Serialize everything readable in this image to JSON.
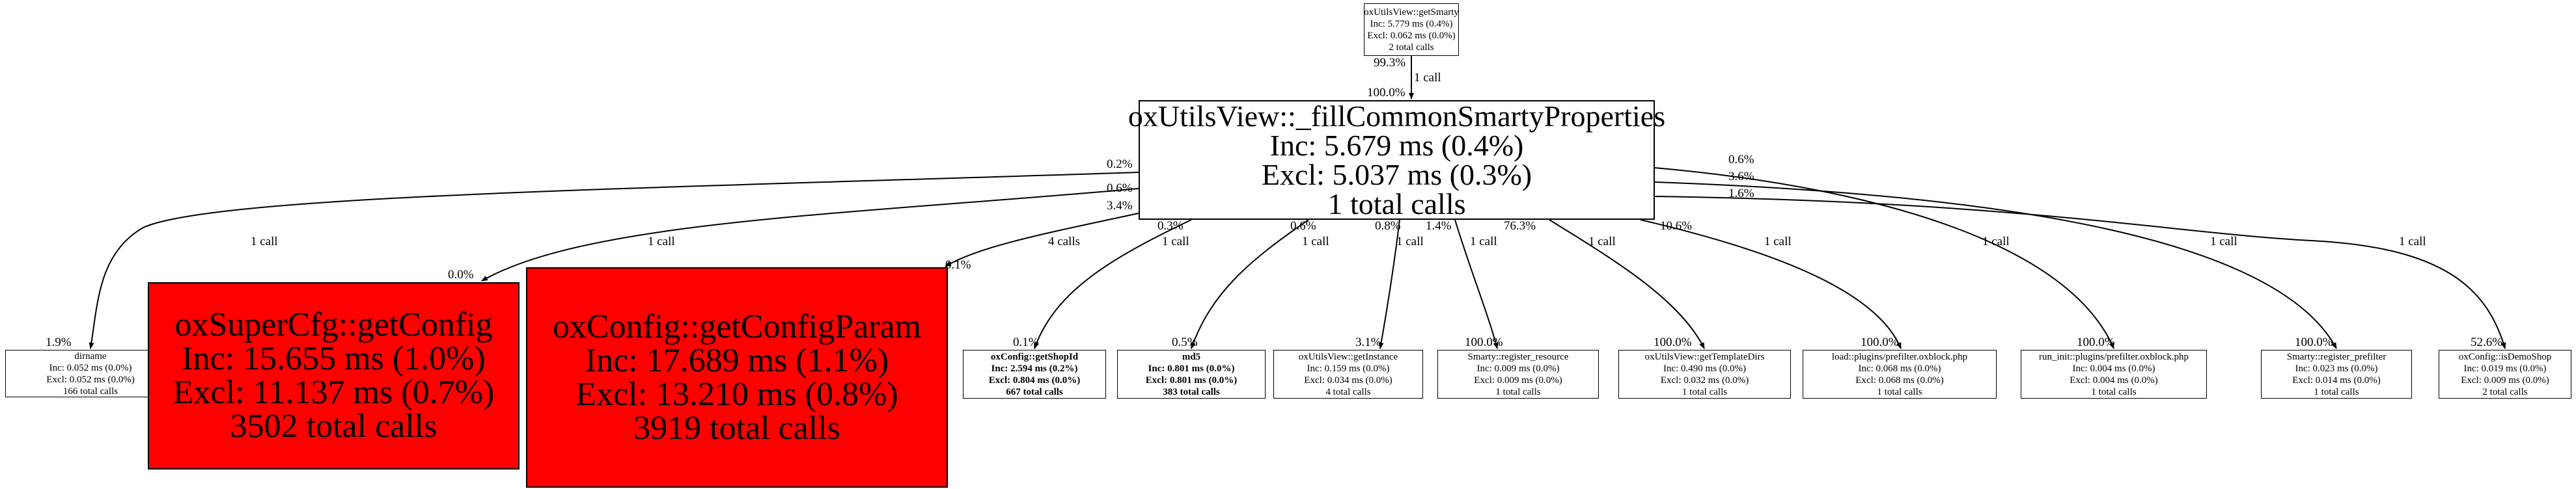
{
  "colors": {
    "hot": "#ff0000",
    "normal": "#ffffff",
    "edge": "#000000"
  },
  "nodes": {
    "getSmarty": {
      "name": "oxUtilsView::getSmarty",
      "inc": "Inc: 5.779 ms (0.4%)",
      "excl": "Excl: 0.062 ms (0.0%)",
      "calls": "2 total calls"
    },
    "main": {
      "name": "oxUtilsView::_fillCommonSmartyProperties",
      "inc": "Inc: 5.679 ms (0.4%)",
      "excl": "Excl: 5.037 ms (0.3%)",
      "calls": "1 total calls"
    },
    "dirname": {
      "name": "dirname",
      "inc": "Inc: 0.052 ms (0.0%)",
      "excl": "Excl: 0.052 ms (0.0%)",
      "calls": "166 total calls"
    },
    "getConfig": {
      "name": "oxSuperCfg::getConfig",
      "inc": "Inc: 15.655 ms (1.0%)",
      "excl": "Excl: 11.137 ms (0.7%)",
      "calls": "3502 total calls"
    },
    "getConfigParam": {
      "name": "oxConfig::getConfigParam",
      "inc": "Inc: 17.689 ms (1.1%)",
      "excl": "Excl: 13.210 ms (0.8%)",
      "calls": "3919 total calls"
    },
    "getShopId": {
      "name": "oxConfig::getShopId",
      "inc": "Inc: 2.594 ms (0.2%)",
      "excl": "Excl: 0.804 ms (0.0%)",
      "calls": "667 total calls"
    },
    "md5": {
      "name": "md5",
      "inc": "Inc: 0.801 ms (0.0%)",
      "excl": "Excl: 0.801 ms (0.0%)",
      "calls": "383 total calls"
    },
    "getInstance": {
      "name": "oxUtilsView::getInstance",
      "inc": "Inc: 0.159 ms (0.0%)",
      "excl": "Excl: 0.034 ms (0.0%)",
      "calls": "4 total calls"
    },
    "registerResource": {
      "name": "Smarty::register_resource",
      "inc": "Inc: 0.009 ms (0.0%)",
      "excl": "Excl: 0.009 ms (0.0%)",
      "calls": "1 total calls"
    },
    "getTemplateDirs": {
      "name": "oxUtilsView::getTemplateDirs",
      "inc": "Inc: 0.490 ms (0.0%)",
      "excl": "Excl: 0.032 ms (0.0%)",
      "calls": "1 total calls"
    },
    "load": {
      "name": "load::plugins/prefilter.oxblock.php",
      "inc": "Inc: 0.068 ms (0.0%)",
      "excl": "Excl: 0.068 ms (0.0%)",
      "calls": "1 total calls"
    },
    "runInit": {
      "name": "run_init::plugins/prefilter.oxblock.php",
      "inc": "Inc: 0.004 ms (0.0%)",
      "excl": "Excl: 0.004 ms (0.0%)",
      "calls": "1 total calls"
    },
    "registerPrefilter": {
      "name": "Smarty::register_prefilter",
      "inc": "Inc: 0.023 ms (0.0%)",
      "excl": "Excl: 0.014 ms (0.0%)",
      "calls": "1 total calls"
    },
    "isDemoShop": {
      "name": "oxConfig::isDemoShop",
      "inc": "Inc: 0.019 ms (0.0%)",
      "excl": "Excl: 0.009 ms (0.0%)",
      "calls": "2 total calls"
    }
  },
  "edges": {
    "getSmarty_main": {
      "calls": "1 call",
      "tail": "99.3%",
      "head": "100.0%"
    },
    "dirname": {
      "calls": "1 call",
      "tail": "0.2%",
      "head": "1.9%"
    },
    "getConfig": {
      "calls": "1 call",
      "tail": "0.6%",
      "head": "0.0%"
    },
    "getConfigParam": {
      "calls": "4 calls",
      "tail": "3.4%",
      "head": "0.1%"
    },
    "getShopId": {
      "calls": "1 call",
      "tail": "0.3%",
      "head": "0.1%"
    },
    "md5": {
      "calls": "1 call",
      "tail": "0.6%",
      "head": "0.5%"
    },
    "getInstance": {
      "calls": "1 call",
      "tail": "0.8%",
      "head": "3.1%"
    },
    "registerResource": {
      "calls": "1 call",
      "tail": "1.4%",
      "head": "100.0%"
    },
    "getTemplateDirs": {
      "calls": "1 call",
      "tail": "76.3%",
      "head": "100.0%"
    },
    "load": {
      "calls": "1 call",
      "tail": "10.6%",
      "head": "100.0%"
    },
    "runInit": {
      "calls": "1 call",
      "tail": "0.6%",
      "head": "100.0%"
    },
    "registerPrefilter": {
      "calls": "1 call",
      "tail": "3.6%",
      "head": "100.0%"
    },
    "isDemoShop": {
      "calls": "1 call",
      "tail": "1.6%",
      "head": "52.6%"
    }
  }
}
